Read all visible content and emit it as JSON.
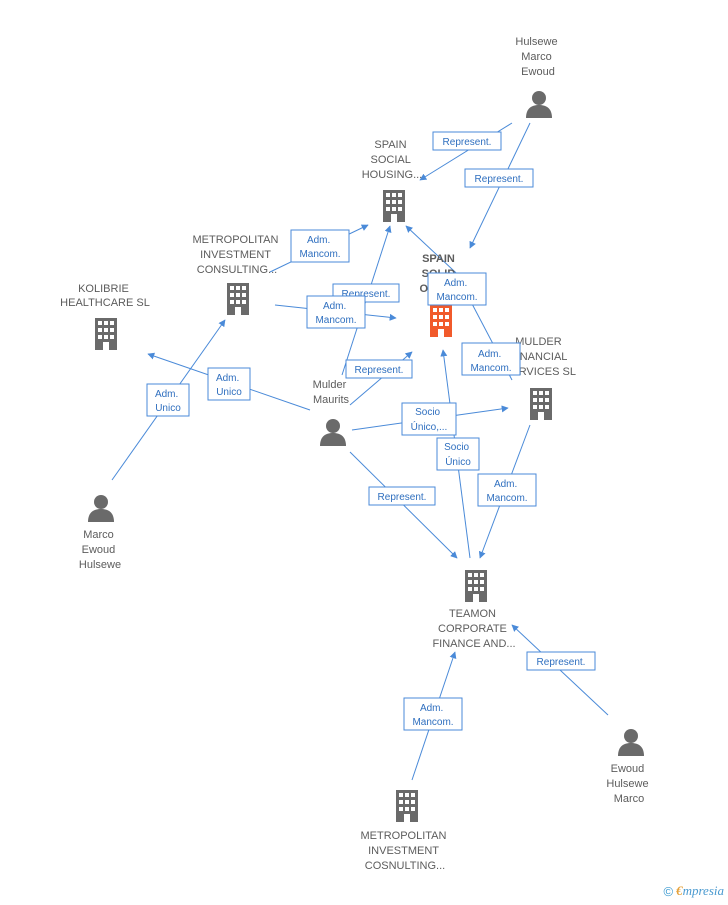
{
  "nodes": {
    "hulsewe_top": {
      "type": "person",
      "lines": [
        "Hulsewe",
        "Marco",
        "Ewoud"
      ],
      "color": "#6a6a6a"
    },
    "spain_social": {
      "type": "company",
      "lines": [
        "SPAIN",
        "SOCIAL",
        "HOUSING..."
      ],
      "color": "#6a6a6a"
    },
    "metro_cons": {
      "type": "company",
      "lines": [
        "METROPOLITAN",
        "INVESTMENT",
        "CONSULTING..."
      ],
      "color": "#6a6a6a"
    },
    "kolibrie": {
      "type": "company",
      "lines": [
        "KOLIBRIE",
        "HEALTHCARE SL"
      ],
      "color": "#6a6a6a"
    },
    "spain_solid": {
      "type": "company",
      "lines": [
        "SPAIN",
        "SOLID",
        "OPPO..."
      ],
      "color": "#f15a2b"
    },
    "mulder_fin": {
      "type": "company",
      "lines": [
        "MULDER",
        "FINANCIAL",
        "SERVICES SL"
      ],
      "color": "#6a6a6a"
    },
    "mulder_maurits": {
      "type": "person",
      "lines": [
        "Mulder",
        "Maurits"
      ],
      "color": "#6a6a6a"
    },
    "marco_ewoud": {
      "type": "person",
      "lines": [
        "Marco",
        "Ewoud",
        "Hulsewe"
      ],
      "color": "#6a6a6a"
    },
    "teamon": {
      "type": "company",
      "lines": [
        "TEAMON",
        "CORPORATE",
        "FINANCE AND..."
      ],
      "color": "#6a6a6a"
    },
    "ewoud_bottom": {
      "type": "person",
      "lines": [
        "Ewoud",
        "Hulsewe",
        "Marco"
      ],
      "color": "#6a6a6a"
    },
    "metro_cosn": {
      "type": "company",
      "lines": [
        "METROPOLITAN",
        "INVESTMENT",
        "COSNULTING..."
      ],
      "color": "#6a6a6a"
    }
  },
  "badges": [
    {
      "id": "b1",
      "lines": [
        "Represent."
      ]
    },
    {
      "id": "b2",
      "lines": [
        "Represent."
      ]
    },
    {
      "id": "b3",
      "lines": [
        "Adm.",
        "Mancom."
      ]
    },
    {
      "id": "b4",
      "lines": [
        "Adm.",
        "Mancom."
      ]
    },
    {
      "id": "b5",
      "lines": [
        "Represent."
      ]
    },
    {
      "id": "b6",
      "lines": [
        "Adm.",
        "Mancom."
      ]
    },
    {
      "id": "b7",
      "lines": [
        "Adm.",
        "Mancom."
      ]
    },
    {
      "id": "b8",
      "lines": [
        "Represent."
      ]
    },
    {
      "id": "b9",
      "lines": [
        "Adm.",
        "Unico"
      ]
    },
    {
      "id": "b10",
      "lines": [
        "Adm.",
        "Unico"
      ]
    },
    {
      "id": "b11",
      "lines": [
        "Socio",
        "Único,..."
      ]
    },
    {
      "id": "b12",
      "lines": [
        "Socio",
        "Único"
      ]
    },
    {
      "id": "b13",
      "lines": [
        "Represent."
      ]
    },
    {
      "id": "b14",
      "lines": [
        "Adm.",
        "Mancom."
      ]
    },
    {
      "id": "b15",
      "lines": [
        "Represent."
      ]
    },
    {
      "id": "b16",
      "lines": [
        "Adm.",
        "Mancom."
      ]
    }
  ],
  "footer": {
    "copyright_symbol": "©",
    "brand_first": "€",
    "brand_rest": "mpresia"
  },
  "colors": {
    "edge": "#4a8ad8",
    "focus_company": "#f15a2b",
    "node": "#6a6a6a"
  }
}
